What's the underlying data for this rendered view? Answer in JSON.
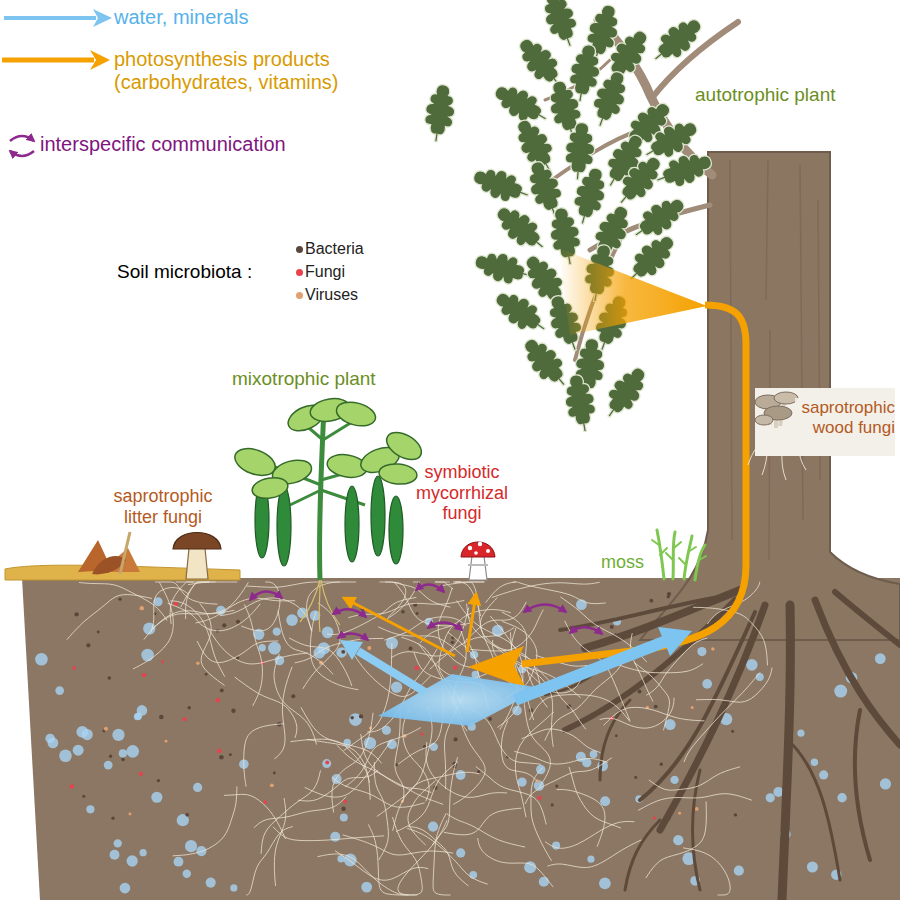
{
  "diagram": {
    "labels": [
      "Soil microbiota :",
      "autotrophic plant",
      "mixotrophic plant",
      "saprotrophic litter fungi",
      "symbiotic mycorrhizal fungi",
      "moss",
      "saprotrophic wood fungi"
    ],
    "legend": [
      {
        "text": "water, minerals"
      },
      {
        "text": "photosynthesis products (carbohydrates, vitamins)"
      },
      {
        "text": "interspecific communication"
      },
      {
        "text": "Bacteria",
        "color": "#5a463a"
      },
      {
        "text": "Fungi",
        "color": "#e8424f"
      },
      {
        "text": "Viruses",
        "color": "#e2a06e"
      }
    ]
  }
}
